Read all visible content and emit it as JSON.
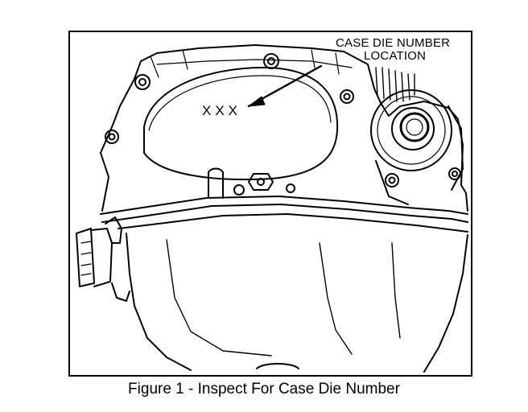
{
  "callout": {
    "line1": "CASE DIE NUMBER",
    "line2": "LOCATION"
  },
  "die_number_marks": "XXX",
  "caption": "Figure 1 - Inspect For Case Die Number",
  "colors": {
    "ink": "#000000",
    "paper": "#ffffff"
  },
  "icons": [
    "arrow-pointer-icon",
    "bolt-head-icon"
  ]
}
